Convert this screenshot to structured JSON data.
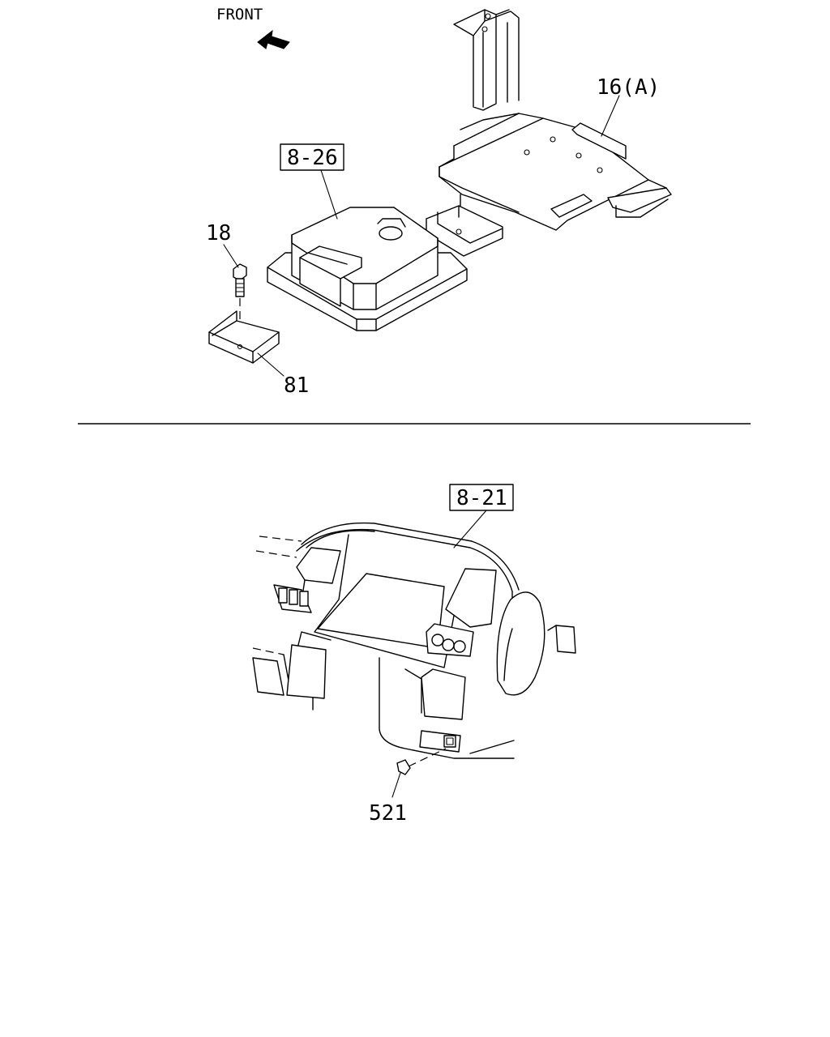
{
  "orientation": {
    "front_label": "FRONT",
    "arrow_icon": "arrow-front-icon"
  },
  "upper_view": {
    "callouts": {
      "bracket_assembly": "16(A)",
      "control_unit_ref": "8-26",
      "bolt": "18",
      "mount_bracket": "81"
    }
  },
  "lower_view": {
    "callouts": {
      "instrument_panel_ref": "8-21",
      "plug": "521"
    }
  }
}
